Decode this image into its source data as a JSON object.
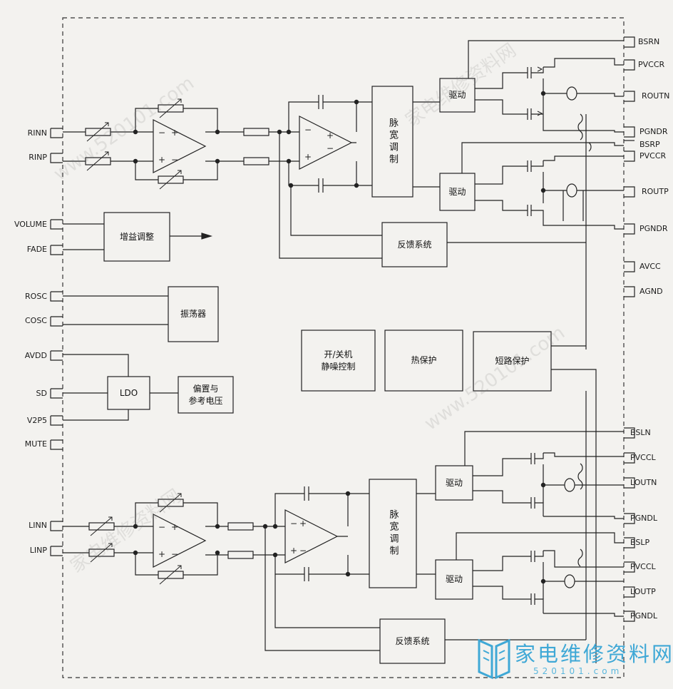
{
  "pins_left": {
    "rinn": "RINN",
    "rinp": "RINP",
    "volume": "VOLUME",
    "fade": "FADE",
    "rosc": "ROSC",
    "cosc": "COSC",
    "avdd": "AVDD",
    "sd": "SD",
    "v2p5": "V2P5",
    "mute": "MUTE",
    "linn": "LINN",
    "linp": "LINP"
  },
  "pins_right": {
    "bsrn": "BSRN",
    "pvccr_top": "PVCCR",
    "routn": "ROUTN",
    "pgndr_top": "PGNDR",
    "bsrp": "BSRP",
    "pvccr_mid": "PVCCR",
    "routp": "ROUTP",
    "pgndr_mid": "PGNDR",
    "avcc": "AVCC",
    "agnd": "AGND",
    "bsln": "BSLN",
    "pvccl_top": "PVCCL",
    "loutn": "LOUTN",
    "pgndl_top": "PGNDL",
    "bslp": "BSLP",
    "pvccl_bot": "PVCCL",
    "loutp": "LOUTP",
    "pgndl_bot": "PGNDL"
  },
  "blocks": {
    "pwm_top": "脉宽调制",
    "pwm_bottom": "脉宽调制",
    "drive_r1": "驱动",
    "drive_r2": "驱动",
    "drive_l1": "驱动",
    "drive_l2": "驱动",
    "feedback_top": "反馈系统",
    "feedback_bottom": "反馈系统",
    "gain_adjust": "增益调整",
    "oscillator": "振荡器",
    "ldo": "LDO",
    "bias_ref": "偏置与\n参考电压",
    "power_mute": "开/关机\n静噪控制",
    "thermal": "热保护",
    "short_protect": "短路保护"
  },
  "watermark": {
    "site_text": "家电维修资料网",
    "url_text": "www.520101.com"
  },
  "logo": {
    "title": "家电维修资料网",
    "url": "520101.com",
    "color": "#3fa8d6"
  }
}
